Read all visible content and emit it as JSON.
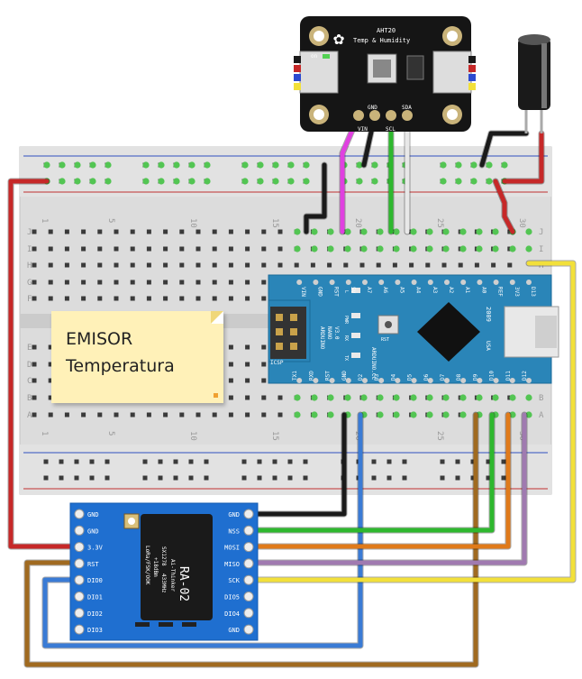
{
  "breadboard": {
    "column_numbers": [
      "1",
      "5",
      "10",
      "15",
      "20",
      "25",
      "30"
    ],
    "row_letters_top": [
      "J",
      "I",
      "H",
      "G",
      "F"
    ],
    "row_letters_bottom": [
      "E",
      "D",
      "C",
      "B",
      "A"
    ]
  },
  "note": {
    "line1": "EMISOR",
    "line2": "Temperatura"
  },
  "sensor": {
    "title": "AHT20",
    "subtitle": "Temp & Humidity",
    "on_label": "on",
    "pins": [
      "GND",
      "SDA",
      "VIN",
      "SCL"
    ]
  },
  "arduino": {
    "name_lines": [
      "ARDUINO",
      "NANO",
      "V3.0"
    ],
    "brand": "ARDUINO.CC",
    "year": "2009",
    "usb": "USA",
    "icsp": "ICSP",
    "led_labels": [
      "L",
      "PWR",
      "RX",
      "TX"
    ],
    "rst_label": "RST",
    "top_pins": [
      "D12",
      "D11",
      "D10",
      "D9",
      "D8",
      "D7",
      "D6",
      "D5",
      "D4",
      "D3",
      "D2",
      "GND",
      "RST",
      "RXD",
      "TX1"
    ],
    "bottom_pins": [
      "D13",
      "3V3",
      "REF",
      "A0",
      "A1",
      "A2",
      "A3",
      "A4",
      "A5",
      "A6",
      "A7",
      "5V",
      "RST",
      "GND",
      "VIN"
    ]
  },
  "lora": {
    "model": "RA-02",
    "maker": "Ai-Thinker",
    "specs": [
      "SX1278",
      "433MHz",
      "+18dBm",
      "LoRa/FSK/OOK"
    ],
    "left_pins": [
      "GND",
      "GND",
      "3.3V",
      "RST",
      "DIO0",
      "DIO1",
      "DIO2",
      "DIO3"
    ],
    "right_pins": [
      "GND",
      "NSS",
      "MOSI",
      "MISO",
      "SCK",
      "DIO5",
      "DIO4",
      "GND"
    ]
  },
  "colors": {
    "red": "#c62828",
    "black": "#1a1a1a",
    "magenta": "#e040e0",
    "green": "#2eb82e",
    "white": "#e8e8e8",
    "yellow": "#f2e03a",
    "blue": "#3a7bd5",
    "orange": "#e07a1a",
    "purple": "#a07ab0",
    "brown": "#a06a20",
    "board_blue": "#2a85b8",
    "lora_blue": "#1f6fd0"
  }
}
